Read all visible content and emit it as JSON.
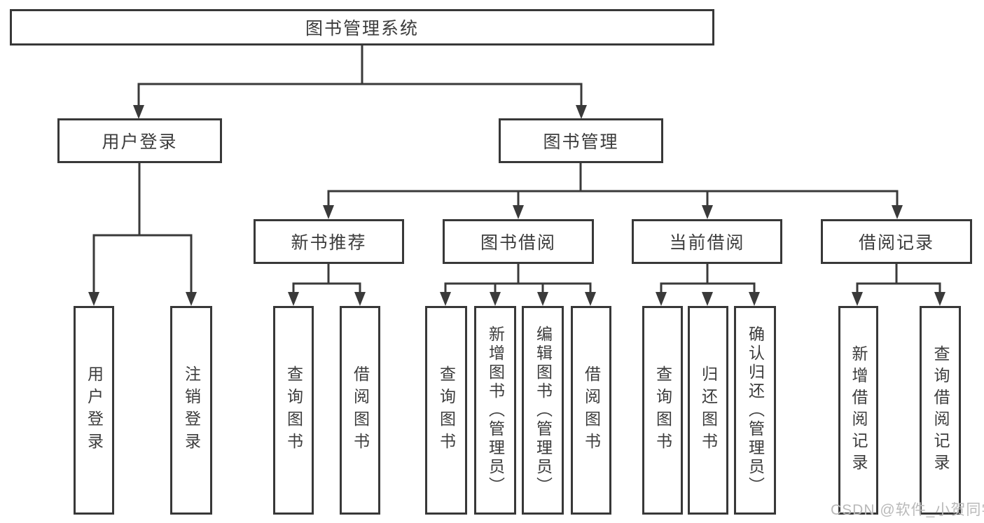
{
  "diagram": {
    "background_color": "#ffffff",
    "line_color": "#3a3a3a",
    "text_color": "#3c3c3c",
    "watermark_color": "#b9b9b9",
    "nodes": {
      "root": {
        "label": "图书管理系统"
      },
      "login": {
        "label": "用户登录"
      },
      "mgmt": {
        "label": "图书管理"
      },
      "newbook": {
        "label": "新书推荐"
      },
      "borrow": {
        "label": "图书借阅"
      },
      "current": {
        "label": "当前借阅"
      },
      "record": {
        "label": "借阅记录"
      },
      "login_user": {
        "label": "用户登录"
      },
      "login_logout": {
        "label": "注销登录"
      },
      "new_query": {
        "label": "查询图书"
      },
      "new_borrow": {
        "label": "借阅图书"
      },
      "bor_query": {
        "label": "查询图书"
      },
      "bor_add": {
        "label": "新增图书（管理员）"
      },
      "bor_edit": {
        "label": "编辑图书（管理员）"
      },
      "bor_borrow": {
        "label": "借阅图书"
      },
      "cur_query": {
        "label": "查询图书"
      },
      "cur_return": {
        "label": "归还图书"
      },
      "cur_confirm": {
        "label": "确认归还（管理员）"
      },
      "rec_add": {
        "label": "新增借阅记录"
      },
      "rec_query": {
        "label": "查询借阅记录"
      }
    },
    "hierarchy": {
      "root": [
        "login",
        "mgmt"
      ],
      "login": [
        "login_user",
        "login_logout"
      ],
      "mgmt": [
        "newbook",
        "borrow",
        "current",
        "record"
      ],
      "newbook": [
        "new_query",
        "new_borrow"
      ],
      "borrow": [
        "bor_query",
        "bor_add",
        "bor_edit",
        "bor_borrow"
      ],
      "current": [
        "cur_query",
        "cur_return",
        "cur_confirm"
      ],
      "record": [
        "rec_add",
        "rec_query"
      ]
    },
    "watermark": "CSDN @软件_小贺同学"
  }
}
